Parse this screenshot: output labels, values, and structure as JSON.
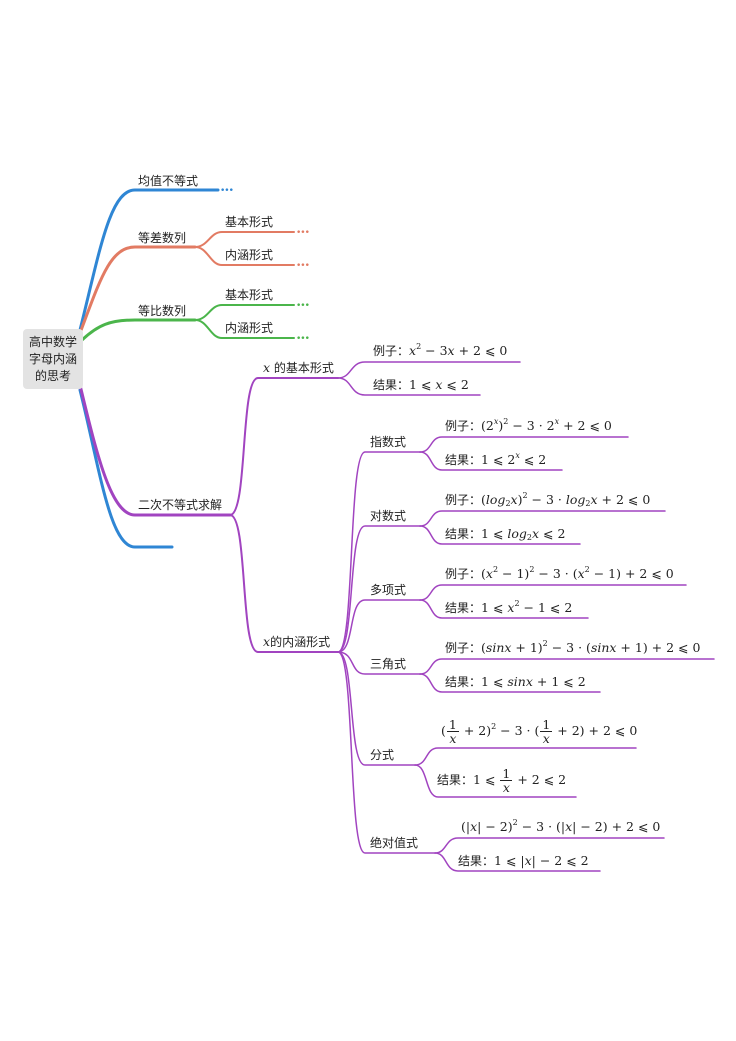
{
  "colors": {
    "blue": "#2f86d4",
    "orange": "#e27b63",
    "green": "#4bb54b",
    "purple": "#a144c0",
    "root_bg": "#e3e3e3"
  },
  "root": {
    "line1": "高中数学",
    "line2": "字母内涵",
    "line3": "的思考"
  },
  "branch_junzhi": {
    "label": "均值不等式",
    "more": "•••"
  },
  "branch_dengcha": {
    "label": "等差数列",
    "basic": "基本形式",
    "inner": "内涵形式",
    "more": "•••"
  },
  "branch_dengbi": {
    "label": "等比数列",
    "basic": "基本形式",
    "inner": "内涵形式",
    "more": "•••"
  },
  "branch_quad": {
    "label": "二次不等式求解",
    "x_basic": {
      "label_var": "x",
      "label_text": " 的基本形式",
      "example_label": "例子：",
      "result_label": "结果："
    },
    "x_inner": {
      "label_var": "x",
      "label_text": "的内涵形式",
      "zhishu": {
        "label": "指数式",
        "example_label": "例子：",
        "result_label": "结果："
      },
      "duishu": {
        "label": "对数式",
        "example_label": "例子：",
        "result_label": "结果："
      },
      "duoxiang": {
        "label": "多项式",
        "example_label": "例子：",
        "result_label": "结果："
      },
      "sanjiao": {
        "label": "三角式",
        "example_label": "例子：",
        "result_label": "结果："
      },
      "fenshi": {
        "label": "分式",
        "result_label": "结果："
      },
      "jueduizhi": {
        "label": "绝对值式",
        "result_label": "结果："
      }
    }
  }
}
